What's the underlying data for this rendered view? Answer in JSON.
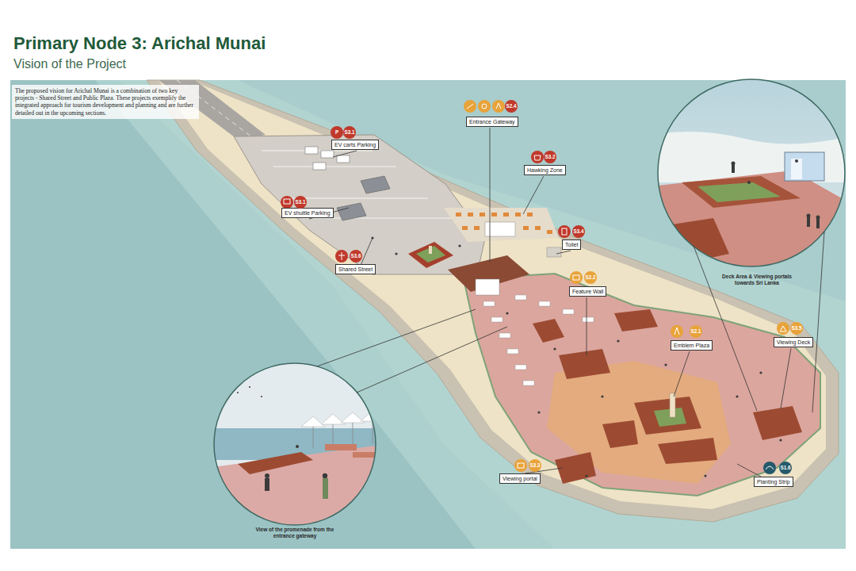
{
  "diagram": {
    "title": "Primary Node 3: Arichal Munai",
    "nodes": [
      {
        "text": [
          "The proposed vision for Arichal Munai is a combination of two key projects - Shared Street and Public Plaza. These projects exemplify the integrated approach for tourism development and planning and are further detailed out in the upcoming sections."
        ]
      },
      {
        "text": [
          "EV carts Parking"
        ]
      },
      {
        "text": [
          "EV shuttle Parking"
        ]
      },
      {
        "text": [
          "Shared Street"
        ]
      },
      {
        "text": [
          "Entrance Gateway"
        ]
      },
      {
        "text": [
          "Hawking Zone"
        ]
      },
      {
        "text": [
          "Toilet"
        ]
      },
      {
        "text": [
          "Feature Wall"
        ]
      },
      {
        "text": [
          "Emblem Plaza"
        ]
      },
      {
        "text": [
          "Viewing Deck"
        ]
      },
      {
        "text": [
          "Viewing portal"
        ]
      },
      {
        "text": [
          "Planting Strip"
        ]
      }
    ],
    "labels": [
      "Vision of the Project",
      "P",
      "S3.1",
      "S3.1",
      "S3.6",
      "S2.4",
      "S3.2",
      "S3.4",
      "S2.2",
      "S2.1",
      "S3.5",
      "S3.3",
      "S1.6",
      "Deck Area & Viewing portals towards Sri Lanka",
      "View of the promenade from the entrance gateway"
    ]
  }
}
